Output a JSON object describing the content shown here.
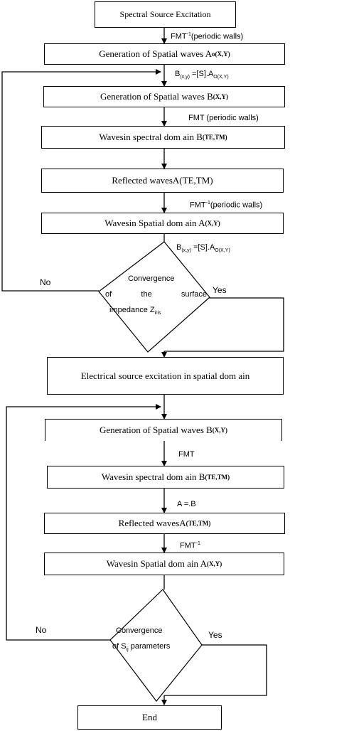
{
  "boxes": {
    "b1": "Spectral Source Excitation",
    "b2": {
      "text": "Generation of Spatial waves A",
      "sub": "o(X,Y)"
    },
    "b3": {
      "text": "Generation of Spatial waves B",
      "sub": "(X,Y)"
    },
    "b4": {
      "text": "Wavesin spectral dom ain B",
      "sub": "(TE,TM)"
    },
    "b5": "Reflected wavesA(TE,TM)",
    "b6": {
      "text": "Wavesin Spatial dom ain A",
      "sub": "(X,Y)"
    },
    "b7": "Electrical source excitation in spatial dom ain",
    "b8": {
      "text": "Generation of Spatial waves B",
      "sub": "(X,Y)"
    },
    "b9": {
      "text": "Wavesin spectral dom ain B",
      "sub": "(TE,TM)"
    },
    "b10": {
      "text": "Reflected wavesA",
      "sub": "(TE,TM)"
    },
    "b11": {
      "text": "Wavesin Spatial dom ain A",
      "sub": "(X,Y)"
    },
    "b12": "End"
  },
  "labels": {
    "l1": {
      "pre": "FMT",
      "sup": "-1",
      "post": "(periodic walls)"
    },
    "l2": {
      "p1": "B",
      "s1": "(x,y)",
      "p2": " =[S].A",
      "s2": "O(X,Y)"
    },
    "l3": "FMT (periodic walls)",
    "l4": {
      "pre": "FMT",
      "sup": "-1",
      "post": "(periodic walls)"
    },
    "l5": {
      "p1": "B",
      "s1": "(x,y)",
      "p2": " =[S].A",
      "s2": "O(X,Y)"
    },
    "l6": "FMT",
    "l7": "A =.B",
    "l8": {
      "pre": "FMT",
      "sup": "-1",
      "post": ""
    }
  },
  "decisions": {
    "d1": {
      "line1": "Convergence",
      "line2": [
        "of",
        "the",
        "surface"
      ],
      "line3": "impedance Z",
      "line3_sub": "iris",
      "no": "No",
      "yes": "Yes"
    },
    "d2": {
      "line1": "Convergence",
      "line2": "of S",
      "line2_sub": "ij",
      "line2_post": " parameters",
      "no": "No",
      "yes": "Yes"
    }
  }
}
